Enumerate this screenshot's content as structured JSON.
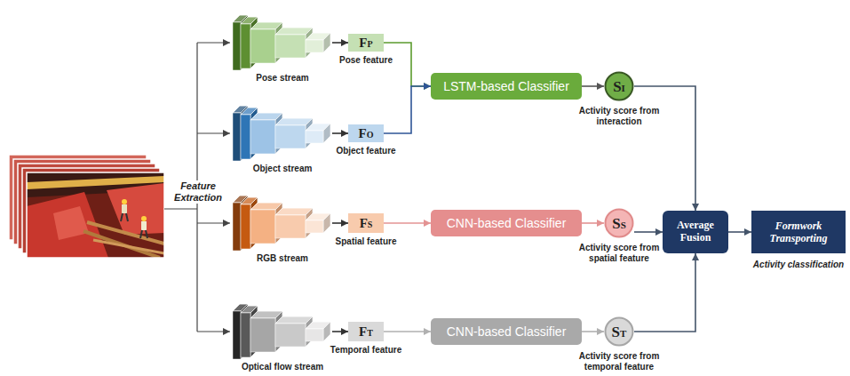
{
  "diagram": {
    "nodes": [
      {
        "text": [
          "Pose stream"
        ]
      },
      {
        "text": [
          "FP",
          "Pose feature"
        ]
      },
      {
        "text": [
          "Object stream"
        ]
      },
      {
        "text": [
          "FO",
          "Object feature"
        ]
      },
      {
        "text": [
          "LSTM-based Classifier"
        ]
      },
      {
        "text": [
          "SI",
          "Activity score from interaction"
        ]
      },
      {
        "text": [
          "RGB stream"
        ]
      },
      {
        "text": [
          "FS",
          "Spatial feature"
        ]
      },
      {
        "text": [
          "CNN-based Classifier"
        ]
      },
      {
        "text": [
          "SS",
          "Activity score from spatial feature"
        ]
      },
      {
        "text": [
          "Average Fusion"
        ]
      },
      {
        "text": [
          "Formwork Transporting",
          "Activity classification"
        ]
      },
      {
        "text": [
          "Optical flow stream"
        ]
      },
      {
        "text": [
          "FT",
          "Temporal feature"
        ]
      },
      {
        "text": [
          "CNN-based Classifier"
        ]
      },
      {
        "text": [
          "ST",
          "Activity score from temporal feature"
        ]
      }
    ],
    "edges": [
      {
        "from": 0,
        "to": 1,
        "arrow": "to"
      },
      {
        "from": 2,
        "to": 3,
        "arrow": "to"
      },
      {
        "from": 1,
        "to": 4,
        "arrow": "to"
      },
      {
        "from": 3,
        "to": 4,
        "arrow": "to"
      },
      {
        "from": 4,
        "to": 5,
        "arrow": "to"
      },
      {
        "from": 6,
        "to": 7,
        "arrow": "to"
      },
      {
        "from": 7,
        "to": 8,
        "arrow": "to"
      },
      {
        "from": 8,
        "to": 9,
        "arrow": "to"
      },
      {
        "from": 12,
        "to": 13,
        "arrow": "to"
      },
      {
        "from": 13,
        "to": 14,
        "arrow": "to"
      },
      {
        "from": 14,
        "to": 15,
        "arrow": "to"
      },
      {
        "from": 5,
        "to": 10,
        "arrow": "to"
      },
      {
        "from": 9,
        "to": 10,
        "arrow": "to"
      },
      {
        "from": 15,
        "to": 10,
        "arrow": "to"
      },
      {
        "from": 10,
        "to": 11,
        "arrow": "to"
      }
    ],
    "labels": [
      "Feature Extraction"
    ]
  }
}
